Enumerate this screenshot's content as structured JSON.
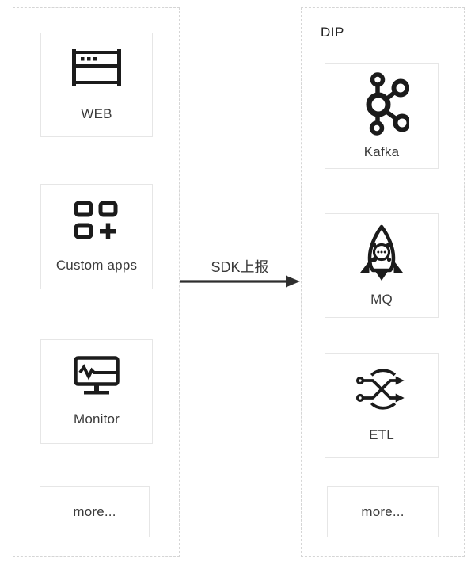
{
  "colors": {
    "background": "#ffffff",
    "panel_border": "#d5d5d5",
    "node_border": "#e6e6e6",
    "icon": "#1b1b1b",
    "label_text": "#3a3a3a",
    "arrow": "#2e2e2e"
  },
  "left_panel": {
    "items": [
      {
        "label": "WEB",
        "icon": "browser-window-icon"
      },
      {
        "label": "Custom apps",
        "icon": "app-grid-plus-icon"
      },
      {
        "label": "Monitor",
        "icon": "monitor-pulse-icon"
      },
      {
        "label": "more...",
        "icon": null
      }
    ]
  },
  "right_panel": {
    "title": "DIP",
    "items": [
      {
        "label": "Kafka",
        "icon": "kafka-icon"
      },
      {
        "label": "MQ",
        "icon": "rocketmq-icon"
      },
      {
        "label": "ETL",
        "icon": "etl-swap-icon"
      },
      {
        "label": "more...",
        "icon": null
      }
    ]
  },
  "connector": {
    "label": "SDK上报",
    "direction": "left-to-right"
  }
}
